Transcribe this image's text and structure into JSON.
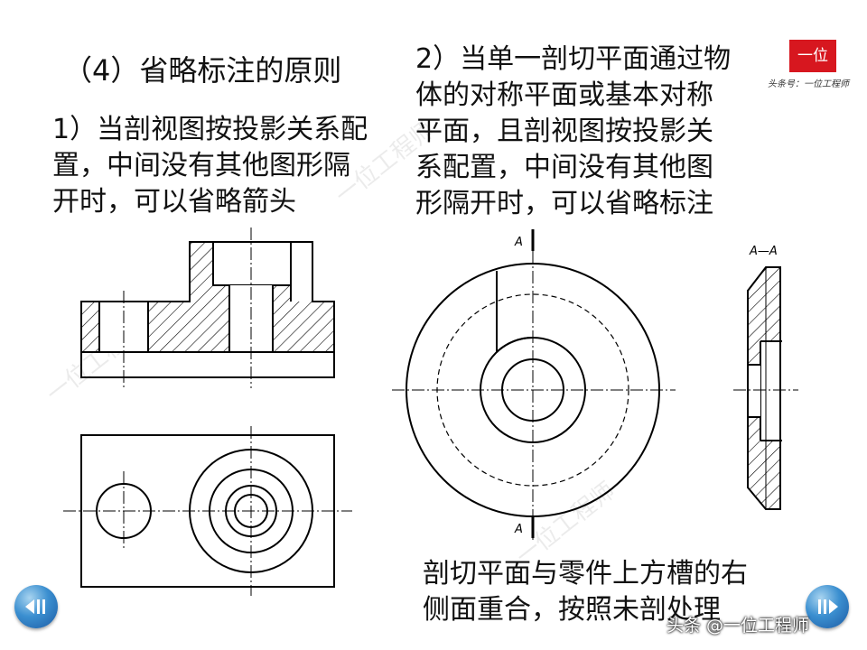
{
  "title": "（4）省略标注的原则",
  "rule1": "1）当剖视图按投影关系配\n置，中间没有其他图形隔\n开时，可以省略箭头",
  "rule2": "2）当单一剖切平面通过物\n体的对称平面或基本对称\n平面，且剖视图按投影关\n系配置，中间没有其他图\n形隔开时，可以省略标注",
  "note": "剖切平面与零件上方槽的右\n侧面重合，按照未剖处理",
  "drawing_labels": {
    "cut_top": "A",
    "cut_bottom": "A",
    "section_title": "A—A"
  },
  "logo": {
    "text": "一位",
    "subtitle": "头条号：一位工程师"
  },
  "watermark": "一位工程师",
  "credit": "头条 @一位工程师",
  "nav": {
    "prev_icon": "nav-prev-icon",
    "next_icon": "nav-next-icon"
  },
  "colors": {
    "logo_red": "#d7171f",
    "nav_blue": "#2f7cc4",
    "line": "#000000"
  }
}
